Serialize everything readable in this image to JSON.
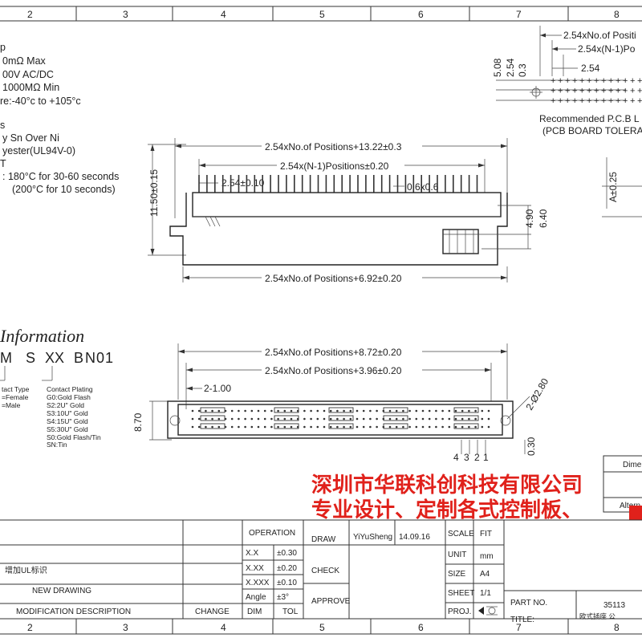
{
  "grid": {
    "top": [
      "2",
      "3",
      "4",
      "5",
      "6",
      "7",
      "8"
    ],
    "bottom": [
      "2",
      "3",
      "4",
      "5",
      "6",
      "7",
      "8"
    ]
  },
  "specs": {
    "lines": [
      "p",
      "0mΩ Max",
      "00V AC/DC",
      "1000MΩ Min",
      "re:-40°c  to  +105°c",
      "s",
      "y Sn Over Ni",
      "yester(UL94V-0)",
      "T",
      ": 180°C for 30-60 seconds",
      "(200°C for 10 seconds)"
    ]
  },
  "pcb_layout": {
    "dims": [
      "2.54xNo.of Positi",
      "2.54x(N-1)Po",
      "2.54"
    ],
    "vertical_dims": [
      "5.08",
      "2.54",
      "0.3"
    ],
    "notes": [
      "Recommended P.C.B L",
      "(PCB BOARD TOLERA"
    ]
  },
  "side_view": {
    "dims": {
      "overall": "2.54xNo.of Positions+13.22±0.3",
      "pitch_span": "2.54x(N-1)Positions±0.20",
      "pitch": "2.54±0.10",
      "pin": "0.6x0.6",
      "height": "11.50±0.15",
      "tail1": "4.90",
      "tail2": "6.40",
      "base": "2.54xNo.of  Positions+6.92±0.20"
    },
    "side_right_dim": "A±0.25"
  },
  "ordering": {
    "heading": "Information",
    "code": [
      "M",
      "S",
      "XX",
      "B",
      "N",
      "0",
      "1"
    ],
    "left_notes": [
      "tact Type",
      "=Female",
      "=Male"
    ],
    "plating_title": "Contact  Plating",
    "plating": [
      "G0:Gold  Flash",
      "S2:2U\"  Gold",
      "S3:10U\"  Gold",
      "S4:15U\"  Gold",
      "S5:30U\"  Gold",
      "S0:Gold  Flash/Tin",
      "SN:Tin"
    ]
  },
  "front_view": {
    "dims": {
      "overall": "2.54xNo.of  Positions+8.72±0.20",
      "mount": "2.54xNo.of  Positions+3.96±0.20",
      "offset": "2-1.00",
      "height": "8.70",
      "hole": "2-Ø2.80",
      "bottom": "0.30"
    },
    "pin_numbers": [
      "4",
      "3",
      "2",
      "1"
    ]
  },
  "banner": {
    "line1": "深圳市华联科创科技有限公司",
    "line2": "专业设计、定制各式控制板、"
  },
  "title_block": {
    "ul_note": "增加UL标识",
    "new_drawing": "NEW  DRAWING",
    "mod_desc": "MODIFICATION  DESCRIPTION",
    "change": "CHANGE",
    "operation": "OPERATION",
    "tolerances": [
      {
        "dim": "X.X",
        "tol": "±0.30"
      },
      {
        "dim": "X.XX",
        "tol": "±0.20"
      },
      {
        "dim": "X.XXX",
        "tol": "±0.10"
      },
      {
        "dim": "Angle",
        "tol": "±3°"
      }
    ],
    "dim_label": "DIM",
    "tol_label": "TOL",
    "draw": "DRAW",
    "drawer": "YiYuSheng",
    "date": "14.09.16",
    "check": "CHECK",
    "approve": "APPROVE",
    "scale": "SCALE",
    "scale_val": "FIT",
    "unit": "UNIT",
    "unit_val": "mm",
    "size": "SIZE",
    "size_val": "A4",
    "sheet": "SHEET",
    "sheet_val": "1/1",
    "proj": "PROJ.",
    "part_no": "PART NO.",
    "part_val": "35113",
    "title": "TITLE:",
    "title_val": "欧式插座 公",
    "right_boxes": [
      "Dime",
      "Altern"
    ]
  }
}
